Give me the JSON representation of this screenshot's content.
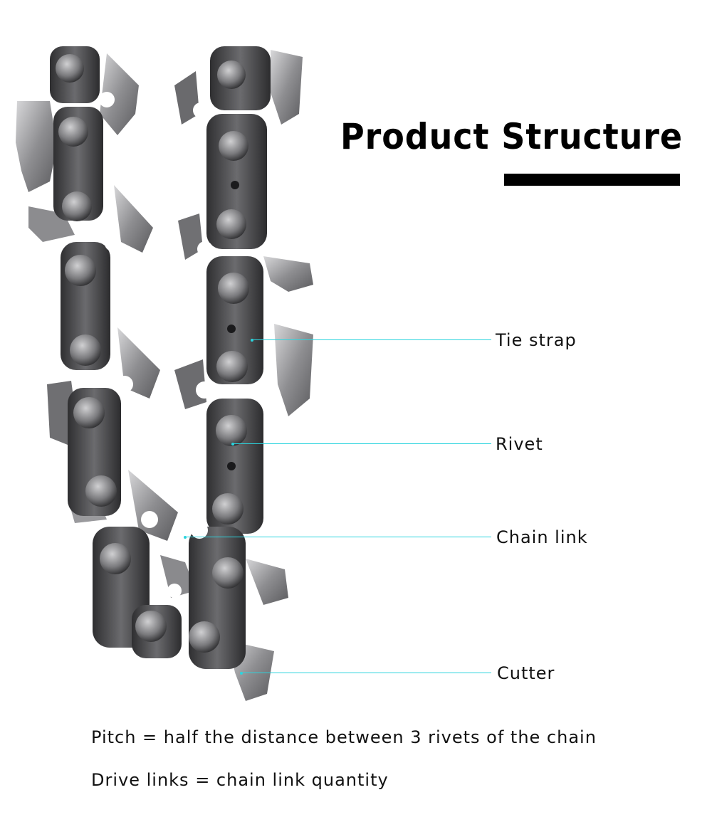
{
  "title": "Product Structure",
  "callouts": [
    {
      "label": "Tie strap"
    },
    {
      "label": "Rivet"
    },
    {
      "label": "Chain link"
    },
    {
      "label": "Cutter"
    }
  ],
  "notes": {
    "pitch": "Pitch = half the distance between 3 rivets of the chain",
    "drive_links": "Drive links = chain link quantity"
  },
  "colors": {
    "callout_line": "#2bd4de",
    "title_bar": "#000000",
    "steel_dark": "#3d3d3f",
    "steel_light": "#b8b8ba"
  }
}
